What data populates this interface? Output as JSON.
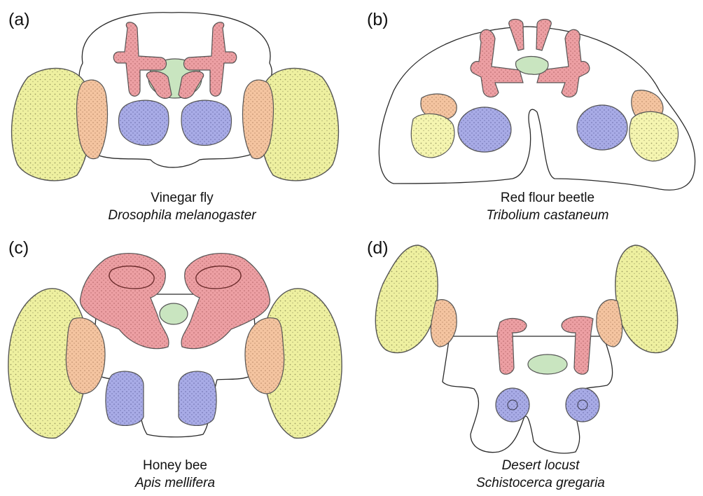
{
  "panels": [
    {
      "letter": "(a)",
      "common": "Vinegar fly",
      "scientific": "Drosophila melanogaster"
    },
    {
      "letter": "(b)",
      "common": "Red flour beetle",
      "scientific": "Tribolium castaneum"
    },
    {
      "letter": "(c)",
      "common": "Honey bee",
      "scientific": "Apis mellifera"
    },
    {
      "letter": "(d)",
      "common": "Desert locust",
      "scientific": "Schistocerca gregaria"
    }
  ],
  "colors": {
    "optic_lobe": "#eef0a0",
    "medulla": "#f4c4a0",
    "mushroom_body": "#ec9fa3",
    "central_complex": "#c9e5c0",
    "antennal_lobe": "#a8abe6",
    "outline": "#2a2a2a",
    "stipple": "#6a6a3a"
  }
}
